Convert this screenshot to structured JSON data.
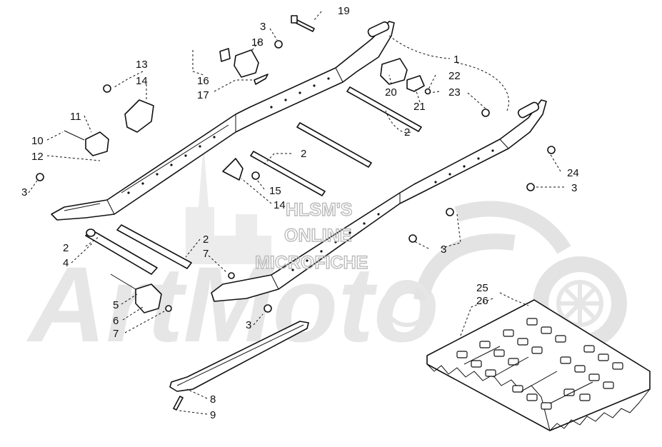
{
  "watermark": {
    "line1": "HLSM'S",
    "line2": "ONLINE",
    "line3": "MICROFICHE",
    "brand": "ArtMoto"
  },
  "callouts": [
    {
      "id": "c19",
      "text": "19"
    },
    {
      "id": "c3a",
      "text": "3"
    },
    {
      "id": "c18",
      "text": "18"
    },
    {
      "id": "c1",
      "text": "1"
    },
    {
      "id": "c13",
      "text": "13"
    },
    {
      "id": "c14a",
      "text": "14"
    },
    {
      "id": "c16",
      "text": "16"
    },
    {
      "id": "c17",
      "text": "17"
    },
    {
      "id": "c22",
      "text": "22"
    },
    {
      "id": "c23",
      "text": "23"
    },
    {
      "id": "c20",
      "text": "20"
    },
    {
      "id": "c21",
      "text": "21"
    },
    {
      "id": "c11",
      "text": "11"
    },
    {
      "id": "c2a",
      "text": "2"
    },
    {
      "id": "c10",
      "text": "10"
    },
    {
      "id": "c12",
      "text": "12"
    },
    {
      "id": "c2b",
      "text": "2"
    },
    {
      "id": "c24",
      "text": "24"
    },
    {
      "id": "c3b",
      "text": "3"
    },
    {
      "id": "c3c",
      "text": "3"
    },
    {
      "id": "c15",
      "text": "15"
    },
    {
      "id": "c14b",
      "text": "14"
    },
    {
      "id": "c3d",
      "text": "3"
    },
    {
      "id": "c2c",
      "text": "2"
    },
    {
      "id": "c2d",
      "text": "2"
    },
    {
      "id": "c7a",
      "text": "7"
    },
    {
      "id": "c4",
      "text": "4"
    },
    {
      "id": "c25",
      "text": "25"
    },
    {
      "id": "c26",
      "text": "26"
    },
    {
      "id": "c5",
      "text": "5"
    },
    {
      "id": "c6",
      "text": "6"
    },
    {
      "id": "c7b",
      "text": "7"
    },
    {
      "id": "c3e",
      "text": "3"
    },
    {
      "id": "c8",
      "text": "8"
    },
    {
      "id": "c9",
      "text": "9"
    }
  ]
}
